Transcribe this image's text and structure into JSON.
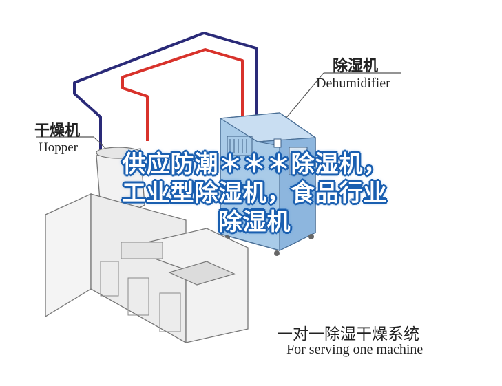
{
  "labels": {
    "dehumidifier_cn": "除湿机",
    "dehumidifier_en": "Dehumidifier",
    "hopper_cn": "干燥机",
    "hopper_en": "Hopper",
    "system_cn": "一对一除湿干燥系统",
    "system_en": "For serving one machine"
  },
  "overlay": {
    "line1": "供应防潮＊＊＊除湿机，",
    "line2": "工业型除湿机，食品行业",
    "line3": "除湿机"
  },
  "colors": {
    "pipe_blue": "#2a2a78",
    "pipe_red": "#d8322b",
    "cabinet_blue": "#a9cbe8",
    "overlay_outline": "#1a5fb0"
  }
}
